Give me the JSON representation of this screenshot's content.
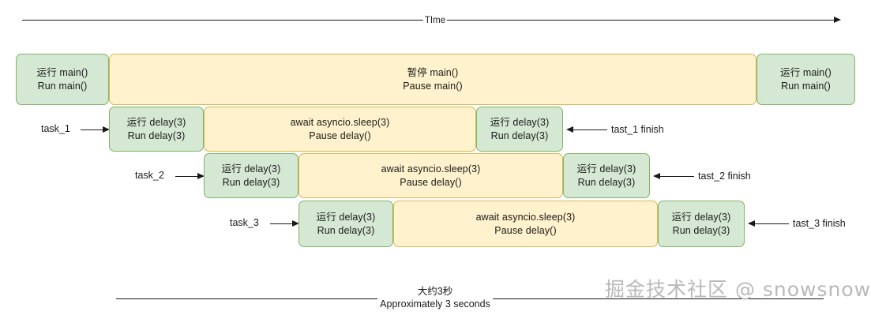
{
  "diagram": {
    "top_axis": {
      "label": "TIme"
    },
    "bottom_axis": {
      "line1": "大约3秒",
      "line2": "Approximately 3 seconds"
    },
    "watermark": "掘金技术社区 @ snowsnow",
    "colors": {
      "green_fill": "#d5e8d4",
      "green_stroke": "#82b366",
      "yellow_fill": "#fff2cc",
      "yellow_stroke": "#d6b656",
      "line": "#1a1a1a",
      "watermark": "#b9b9b9"
    },
    "rows": [
      {
        "name": "main",
        "left_label": "",
        "right_label": "",
        "blocks": [
          {
            "kind": "run",
            "line1": "运行 main()",
            "line2": "Run main()"
          },
          {
            "kind": "pause",
            "line1": "暂停 main()",
            "line2": "Pause main()"
          },
          {
            "kind": "run",
            "line1": "运行 main()",
            "line2": "Run main()"
          }
        ]
      },
      {
        "name": "task_1",
        "left_label": "task_1",
        "right_label": "tast_1 finish",
        "blocks": [
          {
            "kind": "run",
            "line1": "运行 delay(3)",
            "line2": "Run delay(3)"
          },
          {
            "kind": "pause",
            "line1": "await asyncio.sleep(3)",
            "line2": "Pause delay()"
          },
          {
            "kind": "run",
            "line1": "运行 delay(3)",
            "line2": "Run delay(3)"
          }
        ]
      },
      {
        "name": "task_2",
        "left_label": "task_2",
        "right_label": "tast_2 finish",
        "blocks": [
          {
            "kind": "run",
            "line1": "运行 delay(3)",
            "line2": "Run delay(3)"
          },
          {
            "kind": "pause",
            "line1": "await asyncio.sleep(3)",
            "line2": "Pause delay()"
          },
          {
            "kind": "run",
            "line1": "运行 delay(3)",
            "line2": "Run delay(3)"
          }
        ]
      },
      {
        "name": "task_3",
        "left_label": "task_3",
        "right_label": "tast_3 finish",
        "blocks": [
          {
            "kind": "run",
            "line1": "运行 delay(3)",
            "line2": "Run delay(3)"
          },
          {
            "kind": "pause",
            "line1": "await asyncio.sleep(3)",
            "line2": "Pause delay()"
          },
          {
            "kind": "run",
            "line1": "运行 delay(3)",
            "line2": "Run delay(3)"
          }
        ]
      }
    ]
  }
}
